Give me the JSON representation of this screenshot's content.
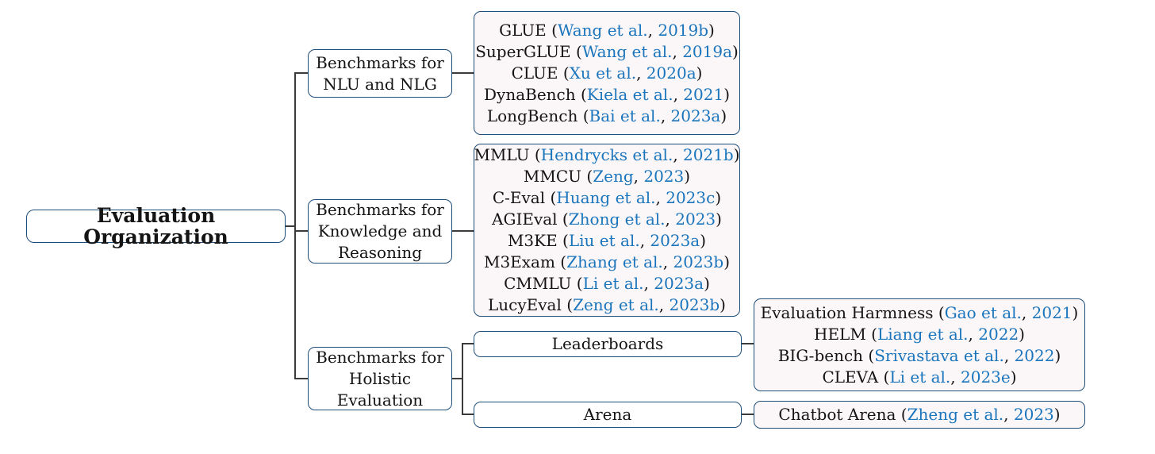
{
  "colors": {
    "border": "#1f4e79",
    "leaf_bg": "#fbf6f8",
    "node_bg": "#ffffff",
    "citation": "#1a75bc",
    "ink": "#141414",
    "line": "#3b3b3b"
  },
  "root": {
    "label": "Evaluation Organization"
  },
  "categories": {
    "nlu": {
      "label": "Benchmarks for NLU and NLG"
    },
    "knowledge": {
      "label": "Benchmarks for Knowledge and Reasoning"
    },
    "holistic": {
      "label": "Benchmarks for Holistic Evaluation"
    }
  },
  "subcategories": {
    "leaderboards": {
      "label": "Leaderboards"
    },
    "arena": {
      "label": "Arena"
    }
  },
  "leaves": {
    "nlu_nlg": [
      {
        "name": "GLUE",
        "authors": "Wang et al.",
        "year": "2019b"
      },
      {
        "name": "SuperGLUE",
        "authors": "Wang et al.",
        "year": "2019a"
      },
      {
        "name": "CLUE",
        "authors": "Xu et al.",
        "year": "2020a"
      },
      {
        "name": "DynaBench",
        "authors": "Kiela et al.",
        "year": "2021"
      },
      {
        "name": "LongBench",
        "authors": "Bai et al.",
        "year": "2023a"
      }
    ],
    "knowledge_reasoning": [
      {
        "name": "MMLU",
        "authors": "Hendrycks et al.",
        "year": "2021b"
      },
      {
        "name": "MMCU",
        "authors": "Zeng",
        "year": "2023"
      },
      {
        "name": "C-Eval",
        "authors": "Huang et al.",
        "year": "2023c"
      },
      {
        "name": "AGIEval",
        "authors": "Zhong et al.",
        "year": "2023"
      },
      {
        "name": "M3KE",
        "authors": "Liu et al.",
        "year": "2023a"
      },
      {
        "name": "M3Exam",
        "authors": "Zhang et al.",
        "year": "2023b"
      },
      {
        "name": "CMMLU",
        "authors": "Li et al.",
        "year": "2023a"
      },
      {
        "name": "LucyEval",
        "authors": "Zeng et al.",
        "year": "2023b"
      }
    ],
    "leaderboards": [
      {
        "name": "Evaluation Harmness",
        "authors": "Gao et al.",
        "year": "2021"
      },
      {
        "name": "HELM",
        "authors": "Liang et al.",
        "year": "2022"
      },
      {
        "name": "BIG-bench",
        "authors": "Srivastava et al.",
        "year": "2022"
      },
      {
        "name": "CLEVA",
        "authors": "Li et al.",
        "year": "2023e"
      }
    ],
    "arena": [
      {
        "name": "Chatbot Arena",
        "authors": "Zheng et al.",
        "year": "2023"
      }
    ]
  }
}
